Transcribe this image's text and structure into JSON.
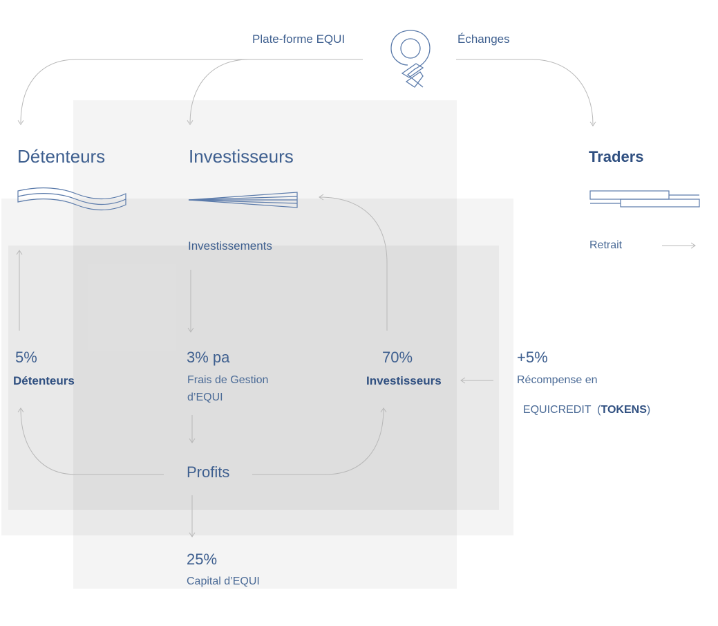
{
  "header": {
    "platform_label": "Plate-forme EQUI",
    "exchanges_label": "Échanges",
    "logo_icon": "equi-logo-icon"
  },
  "sections": {
    "holders_title": "Détenteurs",
    "investors_title": "Investisseurs",
    "traders_title": "Traders"
  },
  "flows": {
    "investments_label": "Investissements",
    "withdrawal_label": "Retrait",
    "profits_label": "Profits"
  },
  "shares": {
    "holders": {
      "percent": "5%",
      "label": "Détenteurs"
    },
    "management_fee": {
      "percent": "3% pa",
      "label_line1": "Frais de Gestion",
      "label_line2": "d’EQUI"
    },
    "investors": {
      "percent": "70%",
      "label": "Investisseurs"
    },
    "reward": {
      "percent": "+5%",
      "label_line1": "Récompense en",
      "label_line2_text": "EQUICREDIT  (",
      "label_line2_bold": "TOKENS",
      "label_line2_end": ")"
    },
    "capital": {
      "percent": "25%",
      "label": "Capital d’EQUI"
    }
  },
  "colors": {
    "primary_text": "#3e5f8f",
    "arrow_stroke": "#b8b8b8",
    "shade_light": "#f2f2f2",
    "shade_mid": "#e9e9e9",
    "icon_stroke": "#5a7aaa"
  }
}
